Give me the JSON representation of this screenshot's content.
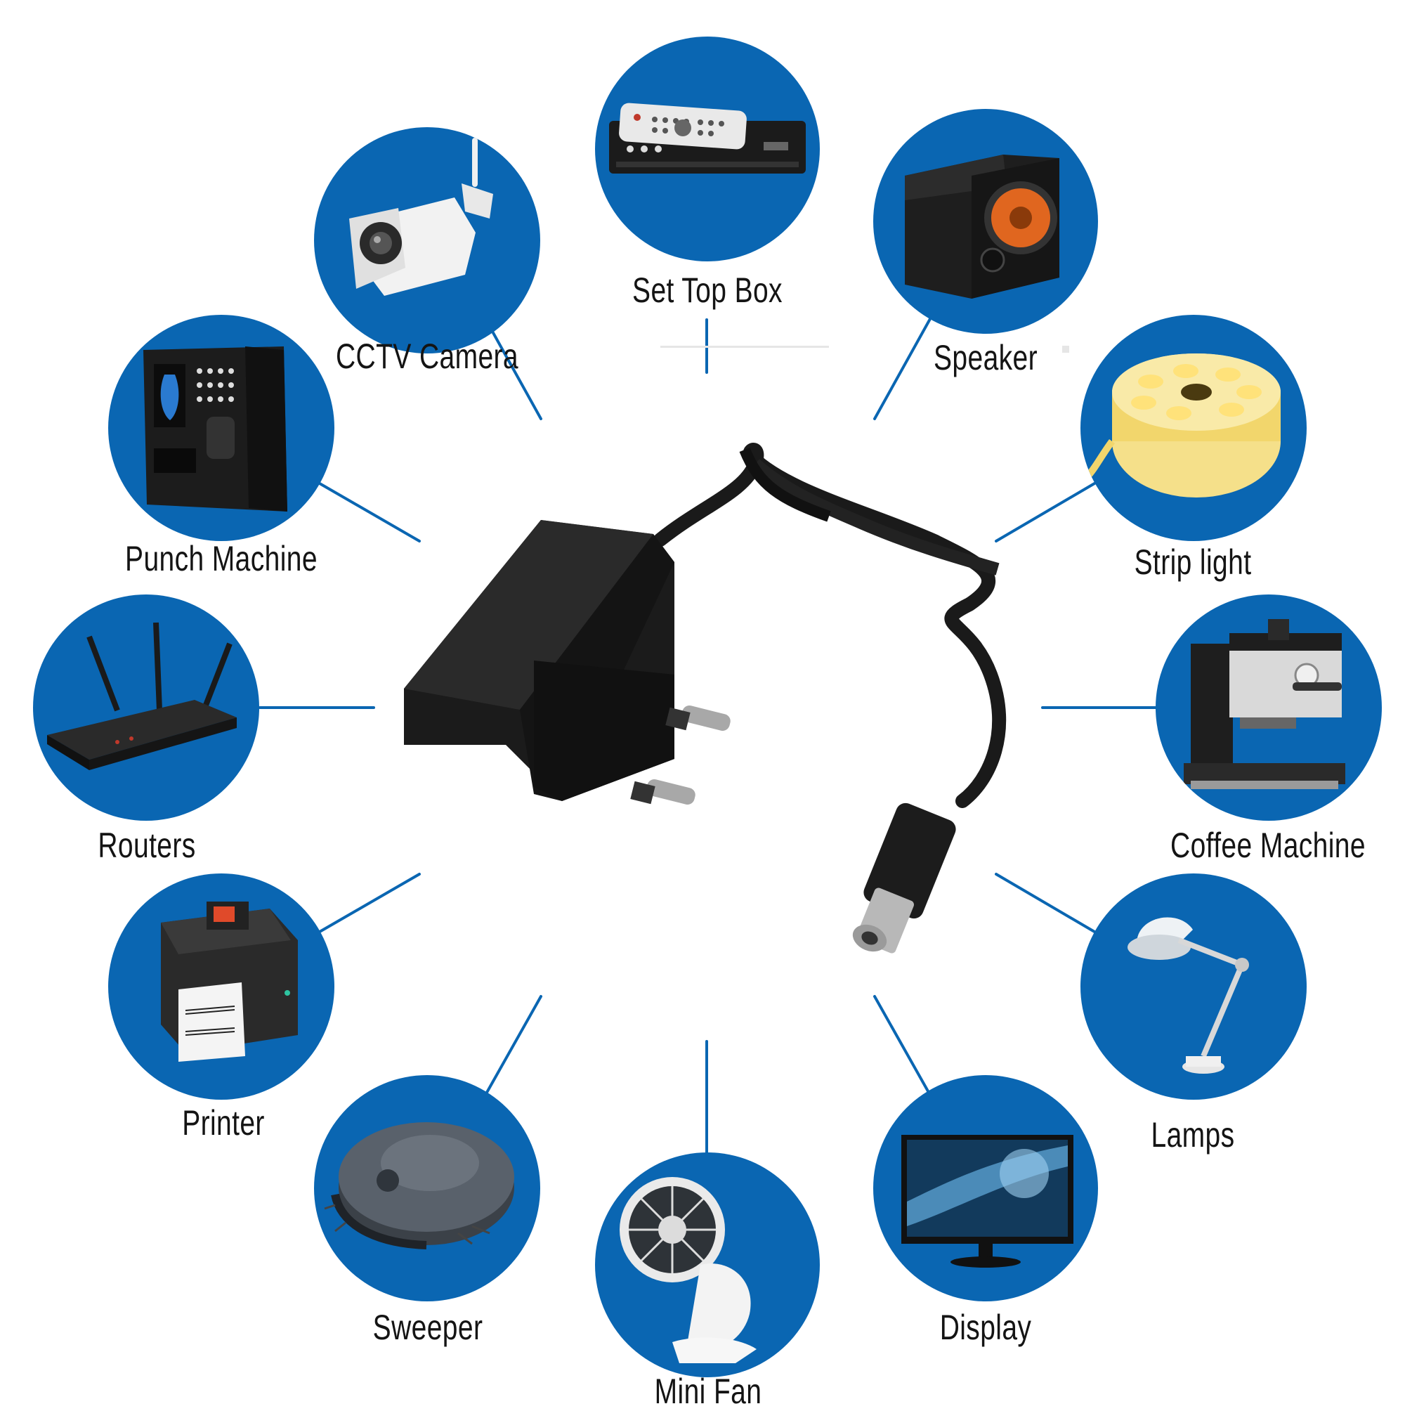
{
  "accent_color": "#0a66b2",
  "line_color": "#0a66b2",
  "center_product": {
    "name": "power-adapter-icon"
  },
  "devices": [
    {
      "key": "set-top-box",
      "label": "Set Top Box",
      "icon": "set-top-box-icon"
    },
    {
      "key": "cctv-camera",
      "label": "CCTV Camera",
      "icon": "cctv-camera-icon"
    },
    {
      "key": "speaker",
      "label": "Speaker",
      "icon": "speaker-icon"
    },
    {
      "key": "punch-machine",
      "label": "Punch Machine",
      "icon": "punch-machine-icon"
    },
    {
      "key": "strip-light",
      "label": "Strip light",
      "icon": "strip-light-icon"
    },
    {
      "key": "routers",
      "label": "Routers",
      "icon": "router-icon"
    },
    {
      "key": "coffee-machine",
      "label": "Coffee Machine",
      "icon": "coffee-machine-icon"
    },
    {
      "key": "printer",
      "label": "Printer",
      "icon": "printer-icon"
    },
    {
      "key": "lamps",
      "label": "Lamps",
      "icon": "lamp-icon"
    },
    {
      "key": "sweeper",
      "label": "Sweeper",
      "icon": "sweeper-icon"
    },
    {
      "key": "display",
      "label": "Display",
      "icon": "display-icon"
    },
    {
      "key": "mini-fan",
      "label": "Mini Fan",
      "icon": "mini-fan-icon"
    }
  ]
}
